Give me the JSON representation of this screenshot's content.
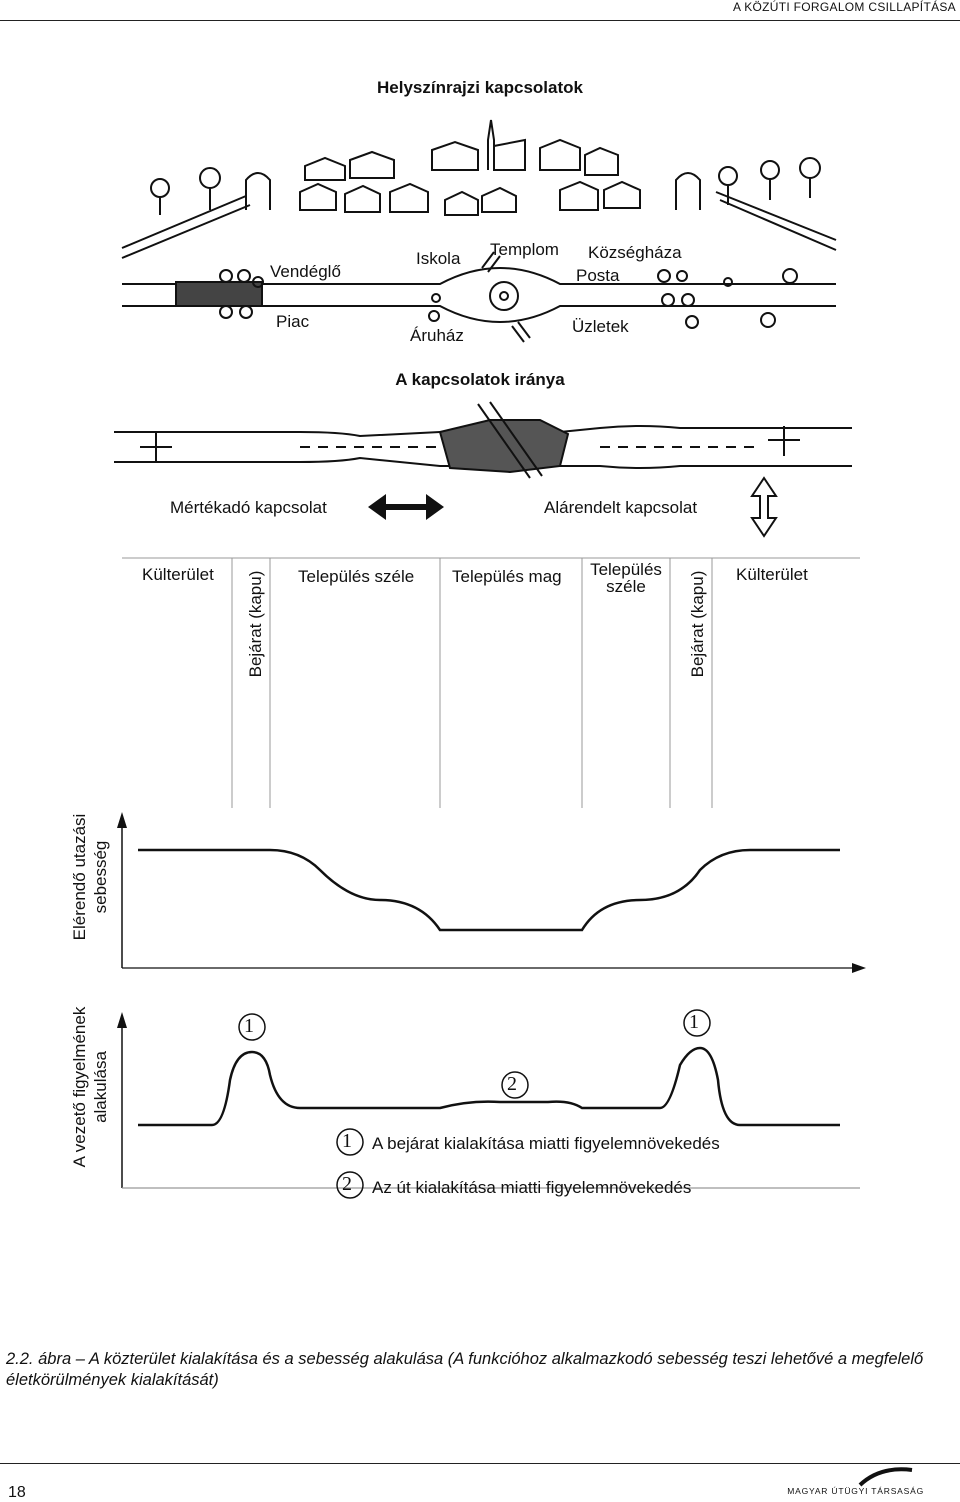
{
  "header": {
    "title": "A KÖZÚTI FORGALOM CSILLAPÍTÁSA"
  },
  "section1": {
    "title": "Helyszínrajzi kapcsolatok",
    "labels": {
      "vendeglo": "Vendéglő",
      "iskola": "Iskola",
      "templom": "Templom",
      "kozseghaza": "Községháza",
      "posta": "Posta",
      "piac": "Piac",
      "aruhaz": "Áruház",
      "uzletek": "Üzletek"
    }
  },
  "section2": {
    "title": "A kapcsolatok iránya",
    "legend_main": "Mértékadó kapcsolat",
    "legend_sub": "Alárendelt kapcsolat"
  },
  "zones": {
    "kulterulet_left": "Külterület",
    "bejarat_left": "Bejárat (kapu)",
    "telepules_szele_left": "Település széle",
    "telepules_mag": "Település mag",
    "telepules_szele_right_1": "Település",
    "telepules_szele_right_2": "széle",
    "bejarat_right": "Bejárat (kapu)",
    "kulterulet_right": "Külterület"
  },
  "axes": {
    "speed_line1": "Elérendő utazási",
    "speed_line2": "sebesség",
    "attention_line1": "A vezető figyelmének",
    "attention_line2": "alakulása"
  },
  "markers": {
    "one": "1",
    "two": "2"
  },
  "legend": {
    "item1": "A bejárat kialakítása miatti figyelemnövekedés",
    "item2": "Az út kialakítása miatti figyelemnövekedés"
  },
  "caption": {
    "number": "2.2. ábra –",
    "text": " A közterület kialakítása és a sebesség alakulása (A funkcióhoz alkalmazkodó sebesség teszi lehetővé a megfelelő életkörülmények kialakítását)"
  },
  "footer": {
    "page_number": "18",
    "brand": "MAGYAR ÚTÜGYI TÁRSASÁG"
  }
}
